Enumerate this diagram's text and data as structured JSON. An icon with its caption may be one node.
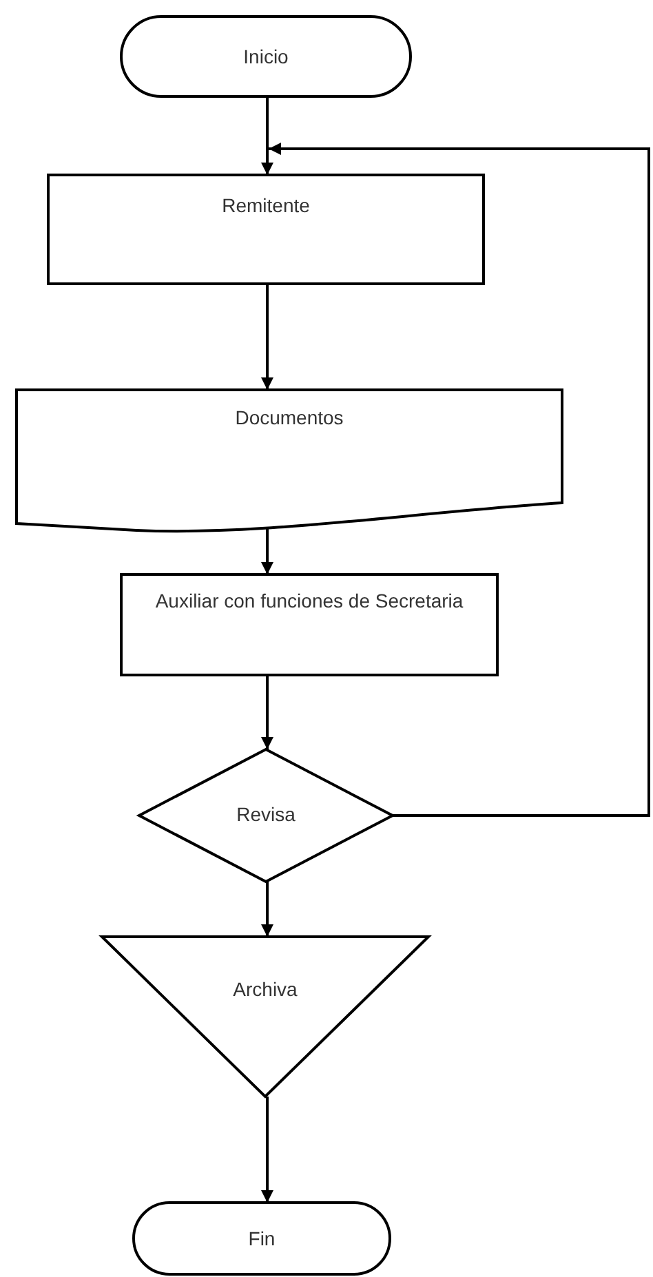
{
  "diagram": {
    "nodes": [
      {
        "text": [
          "Inicio"
        ]
      },
      {
        "text": [
          "Remitente"
        ]
      },
      {
        "text": [
          "Documentos"
        ]
      },
      {
        "text": [
          "Auxiliar con funciones de Secretaria"
        ]
      },
      {
        "text": [
          "Revisa"
        ]
      },
      {
        "text": [
          "Archiva"
        ]
      },
      {
        "text": [
          "Fin"
        ]
      }
    ],
    "edges": [
      {
        "from": 0,
        "to": 1,
        "arrow": "to"
      },
      {
        "from": 1,
        "to": 2,
        "arrow": "to"
      },
      {
        "from": 2,
        "to": 3,
        "arrow": "to"
      },
      {
        "from": 3,
        "to": 4,
        "arrow": "to"
      },
      {
        "from": 4,
        "to": 5,
        "arrow": "to"
      },
      {
        "from": 5,
        "to": 6,
        "arrow": "to"
      },
      {
        "from": 4,
        "to": 1,
        "arrow": "to"
      }
    ]
  }
}
